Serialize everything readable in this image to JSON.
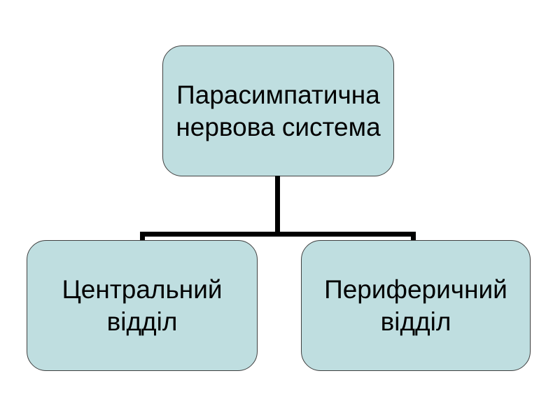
{
  "colors": {
    "background": "#FFFFFF",
    "box_fill": "#BFDEE0",
    "box_border": "#404040",
    "connector": "#000000",
    "text": "#000000"
  },
  "diagram": {
    "type": "hierarchy",
    "nodes": {
      "root": {
        "label": "Парасимпатична нервова система",
        "lines": [
          "Парасимпатична",
          "нервова система"
        ]
      },
      "left": {
        "label": "Центральний відділ",
        "lines": [
          "Центральний",
          "відділ"
        ]
      },
      "right": {
        "label": "Периферичний відділ",
        "lines": [
          "Периферичний",
          "відділ"
        ]
      }
    },
    "edges": [
      {
        "from": "root",
        "to": "left"
      },
      {
        "from": "root",
        "to": "right"
      }
    ]
  }
}
